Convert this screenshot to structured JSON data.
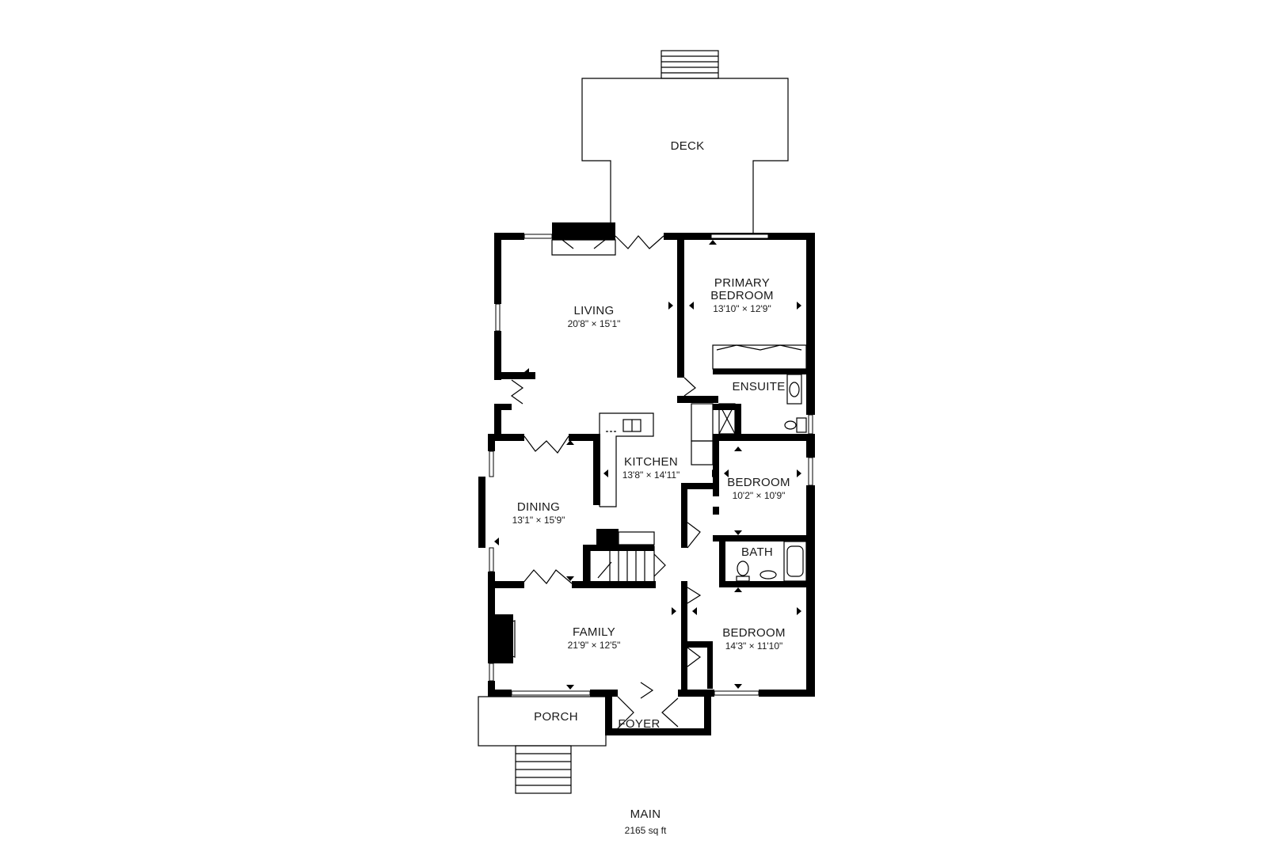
{
  "floor": {
    "name": "MAIN",
    "area": "2165 sq ft"
  },
  "rooms": {
    "deck": {
      "name": "DECK"
    },
    "living": {
      "name": "LIVING",
      "dims": "20'8\" × 15'1\""
    },
    "primary_bedroom": {
      "name_line1": "PRIMARY",
      "name_line2": "BEDROOM",
      "dims": "13'10\" × 12'9\""
    },
    "ensuite": {
      "name": "ENSUITE"
    },
    "kitchen": {
      "name": "KITCHEN",
      "dims": "13'8\" × 14'11\""
    },
    "dining": {
      "name": "DINING",
      "dims": "13'1\" × 15'9\""
    },
    "bedroom2": {
      "name": "BEDROOM",
      "dims": "10'2\" × 10'9\""
    },
    "bath": {
      "name": "BATH"
    },
    "family": {
      "name": "FAMILY",
      "dims": "21'9\" × 12'5\""
    },
    "bedroom3": {
      "name": "BEDROOM",
      "dims": "14'3\" × 11'10\""
    },
    "porch": {
      "name": "PORCH"
    },
    "foyer": {
      "name": "FOYER"
    }
  }
}
